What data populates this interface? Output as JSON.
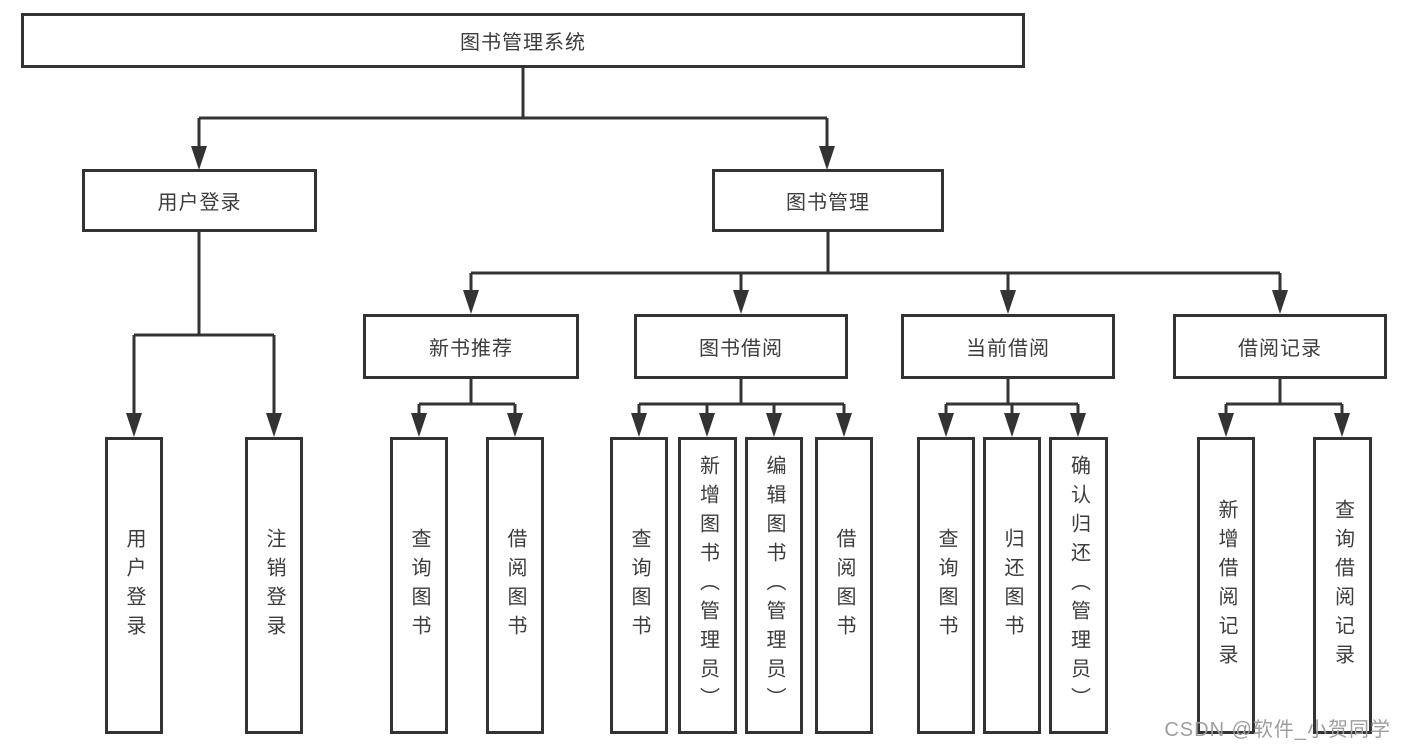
{
  "diagram": {
    "root": {
      "label": "图书管理系统"
    },
    "level2": [
      {
        "label": "用户登录",
        "children": [
          "用户登录",
          "注销登录"
        ]
      },
      {
        "label": "图书管理",
        "children": [
          {
            "label": "新书推荐",
            "children": [
              "查询图书",
              "借阅图书"
            ]
          },
          {
            "label": "图书借阅",
            "children": [
              "查询图书",
              "新增图书（管理员）",
              "编辑图书（管理员）",
              "借阅图书"
            ]
          },
          {
            "label": "当前借阅",
            "children": [
              "查询图书",
              "归还图书",
              "确认归还（管理员）"
            ]
          },
          {
            "label": "借阅记录",
            "children": [
              "新增借阅记录",
              "查询借阅记录"
            ]
          }
        ]
      }
    ],
    "colors": {
      "line": "#333333",
      "text": "#3c3c3c",
      "box_fill": "#ffffff",
      "background": "#ffffff",
      "watermark": "#9e9e9e"
    }
  },
  "watermark": {
    "text": "CSDN @软件_小贺同学"
  }
}
